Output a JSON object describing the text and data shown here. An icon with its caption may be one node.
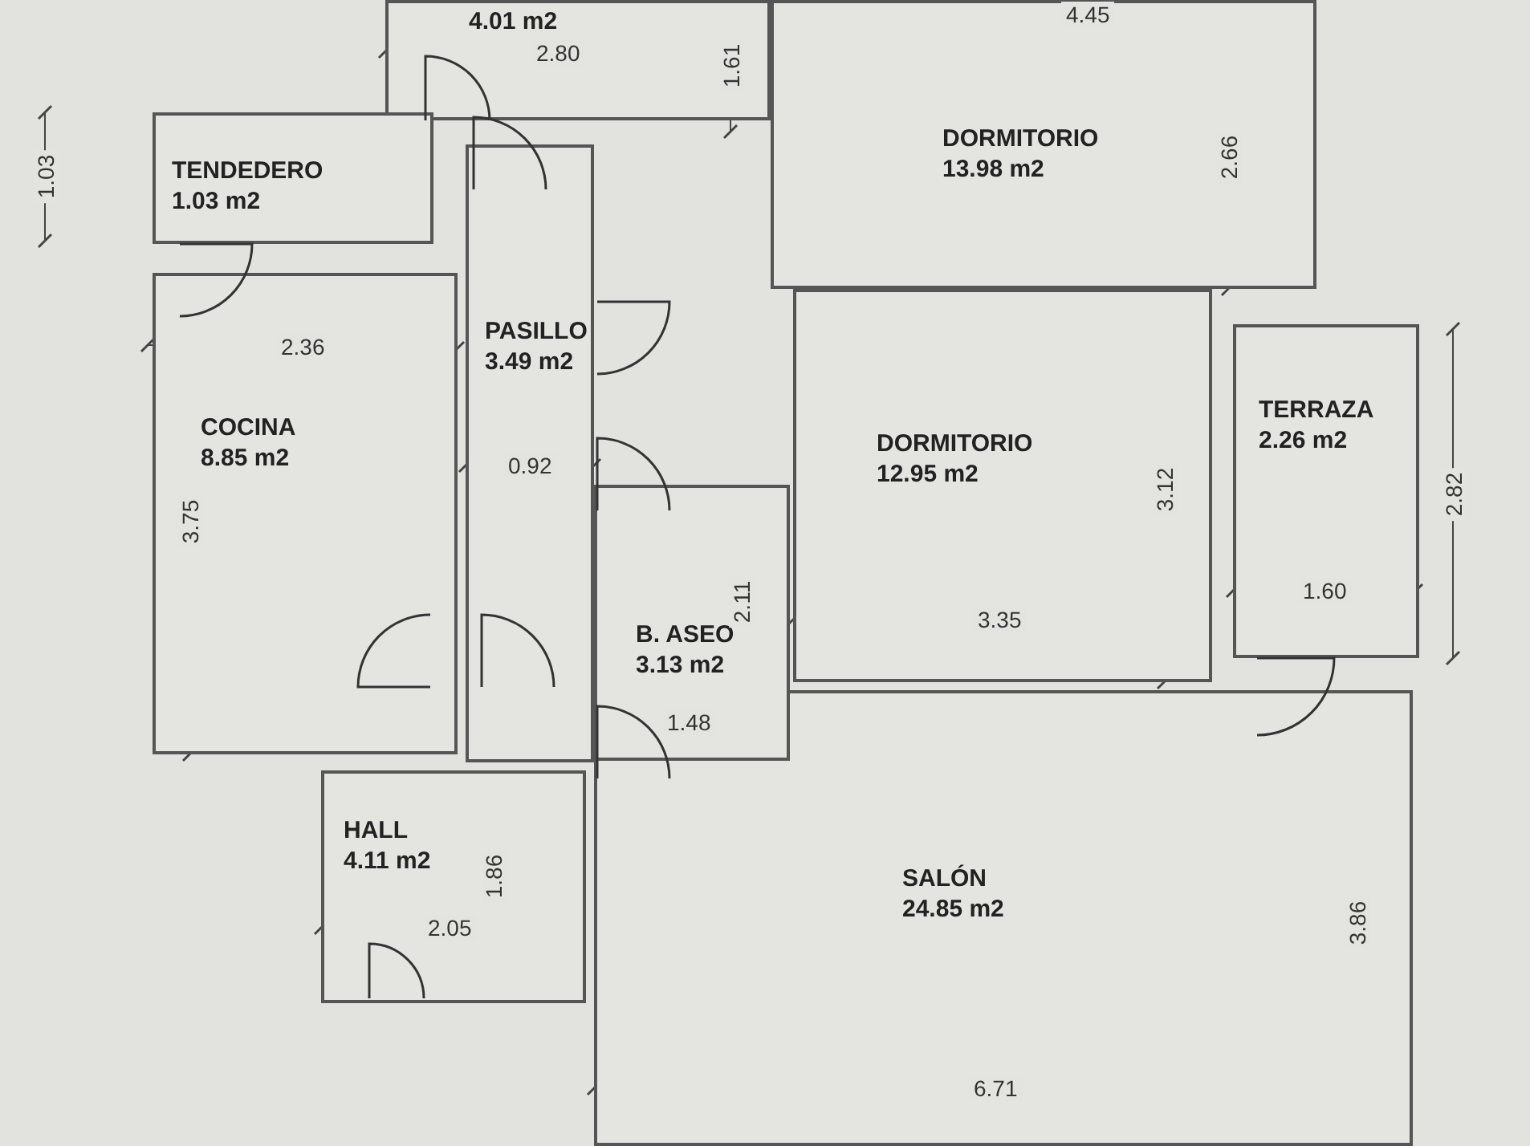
{
  "diagram": {
    "nodes": [
      {
        "text": [
          "4.01 m2"
        ]
      },
      {
        "text": [
          "DORMITORIO",
          "13.98 m2"
        ]
      },
      {
        "text": [
          "TENDEDERO",
          "1.03 m2"
        ]
      },
      {
        "text": [
          "COCINA",
          "8.85 m2"
        ]
      },
      {
        "text": [
          "PASILLO",
          "3.49 m2"
        ]
      },
      {
        "text": [
          "DORMITORIO",
          "12.95 m2"
        ]
      },
      {
        "text": [
          "TERRAZA",
          "2.26 m2"
        ]
      },
      {
        "text": [
          "B. ASEO",
          "3.13 m2"
        ]
      },
      {
        "text": [
          "HALL",
          "4.11 m2"
        ]
      },
      {
        "text": [
          "SALÓN",
          "24.85 m2"
        ]
      }
    ],
    "labels": [
      "4.45",
      "2.80",
      "1.61",
      "2.66",
      "1.03",
      "2.36",
      "0.92",
      "2.82",
      "3.12",
      "3.75",
      "2.11",
      "1.60",
      "3.35",
      "1.48",
      "1.86",
      "3.86",
      "2.05",
      "6.71"
    ]
  }
}
